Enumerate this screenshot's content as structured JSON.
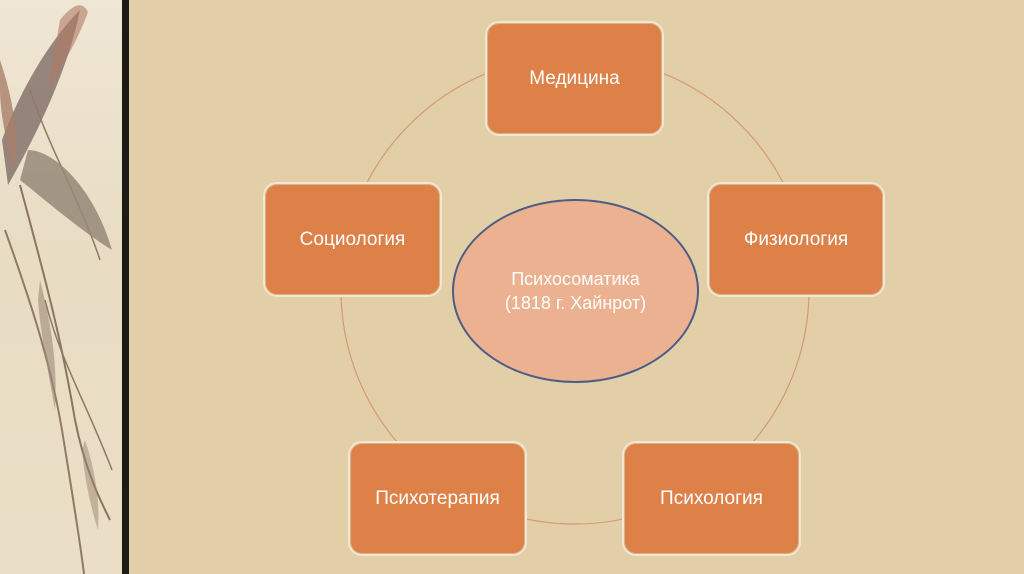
{
  "diagram": {
    "center": {
      "text": "Психосоматика (1818 г. Хайнрот)"
    },
    "nodes": [
      {
        "label": "Медицина"
      },
      {
        "label": "Физиология"
      },
      {
        "label": "Психология"
      },
      {
        "label": "Психотерапия"
      },
      {
        "label": "Социология"
      }
    ]
  },
  "colors": {
    "background": "#e2cfa7",
    "node_fill": "#dd8149",
    "center_fill": "#ecb190",
    "center_border": "#4c5e86",
    "ring": "#d39a78"
  }
}
